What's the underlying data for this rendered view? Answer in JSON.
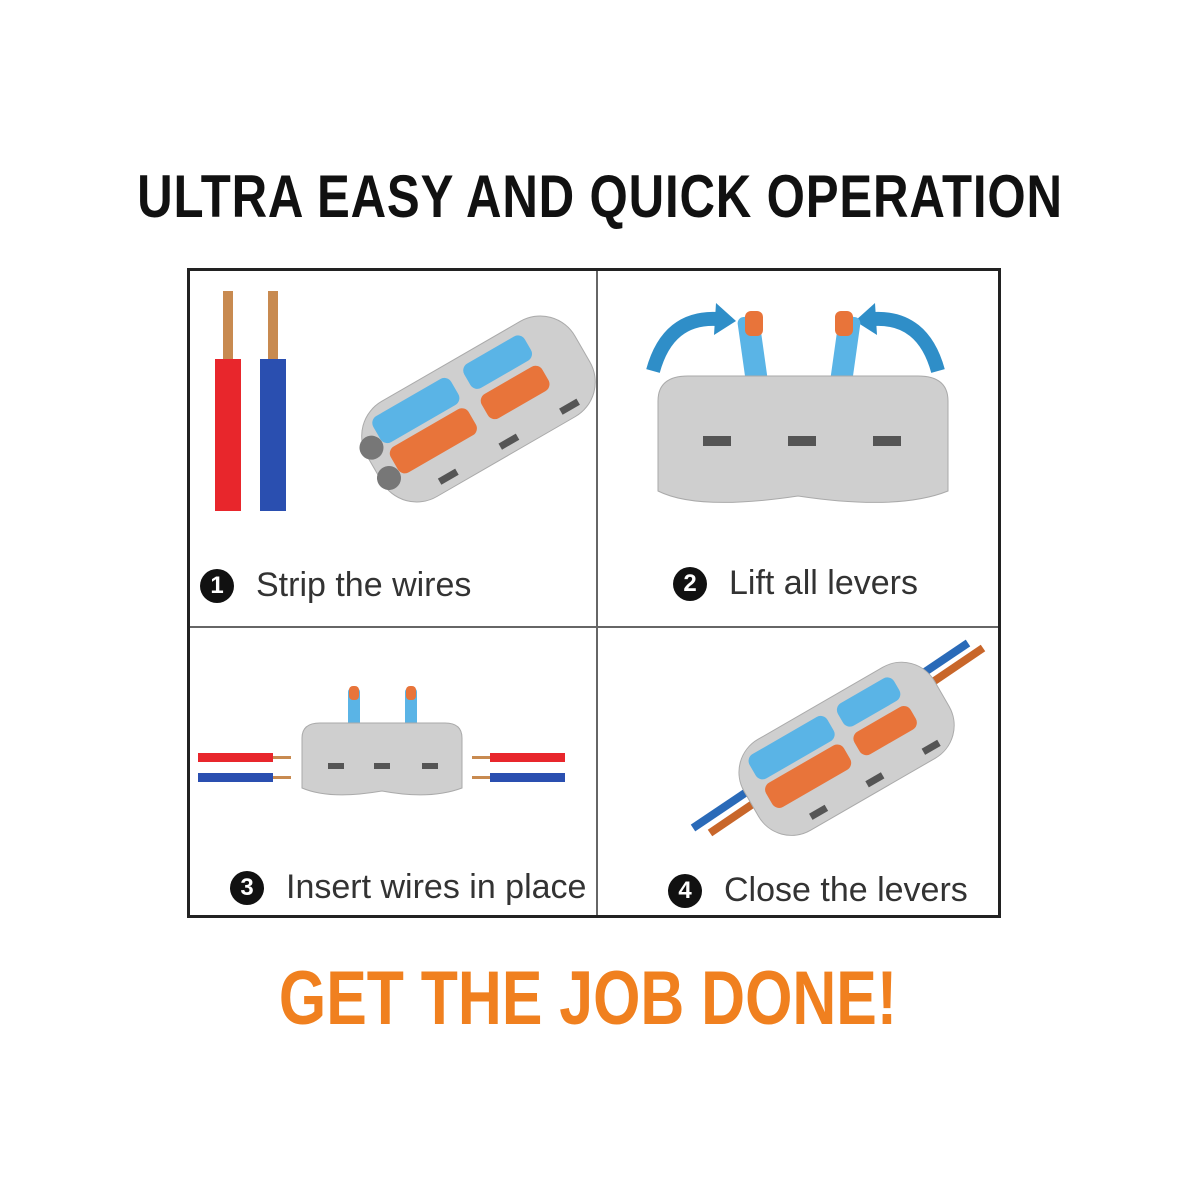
{
  "title": "ULTRA EASY AND QUICK OPERATION",
  "steps": [
    {
      "number": "1",
      "label": "Strip the wires"
    },
    {
      "number": "2",
      "label": "Lift all levers"
    },
    {
      "number": "3",
      "label": "Insert wires in place"
    },
    {
      "number": "4",
      "label": "Close the levers"
    }
  ],
  "footer": "GET THE JOB DONE!",
  "colors": {
    "accent": "#f0801f",
    "lever_blue": "#5ab4e6",
    "lever_orange": "#e8743a",
    "housing": "#c9c9c9"
  }
}
